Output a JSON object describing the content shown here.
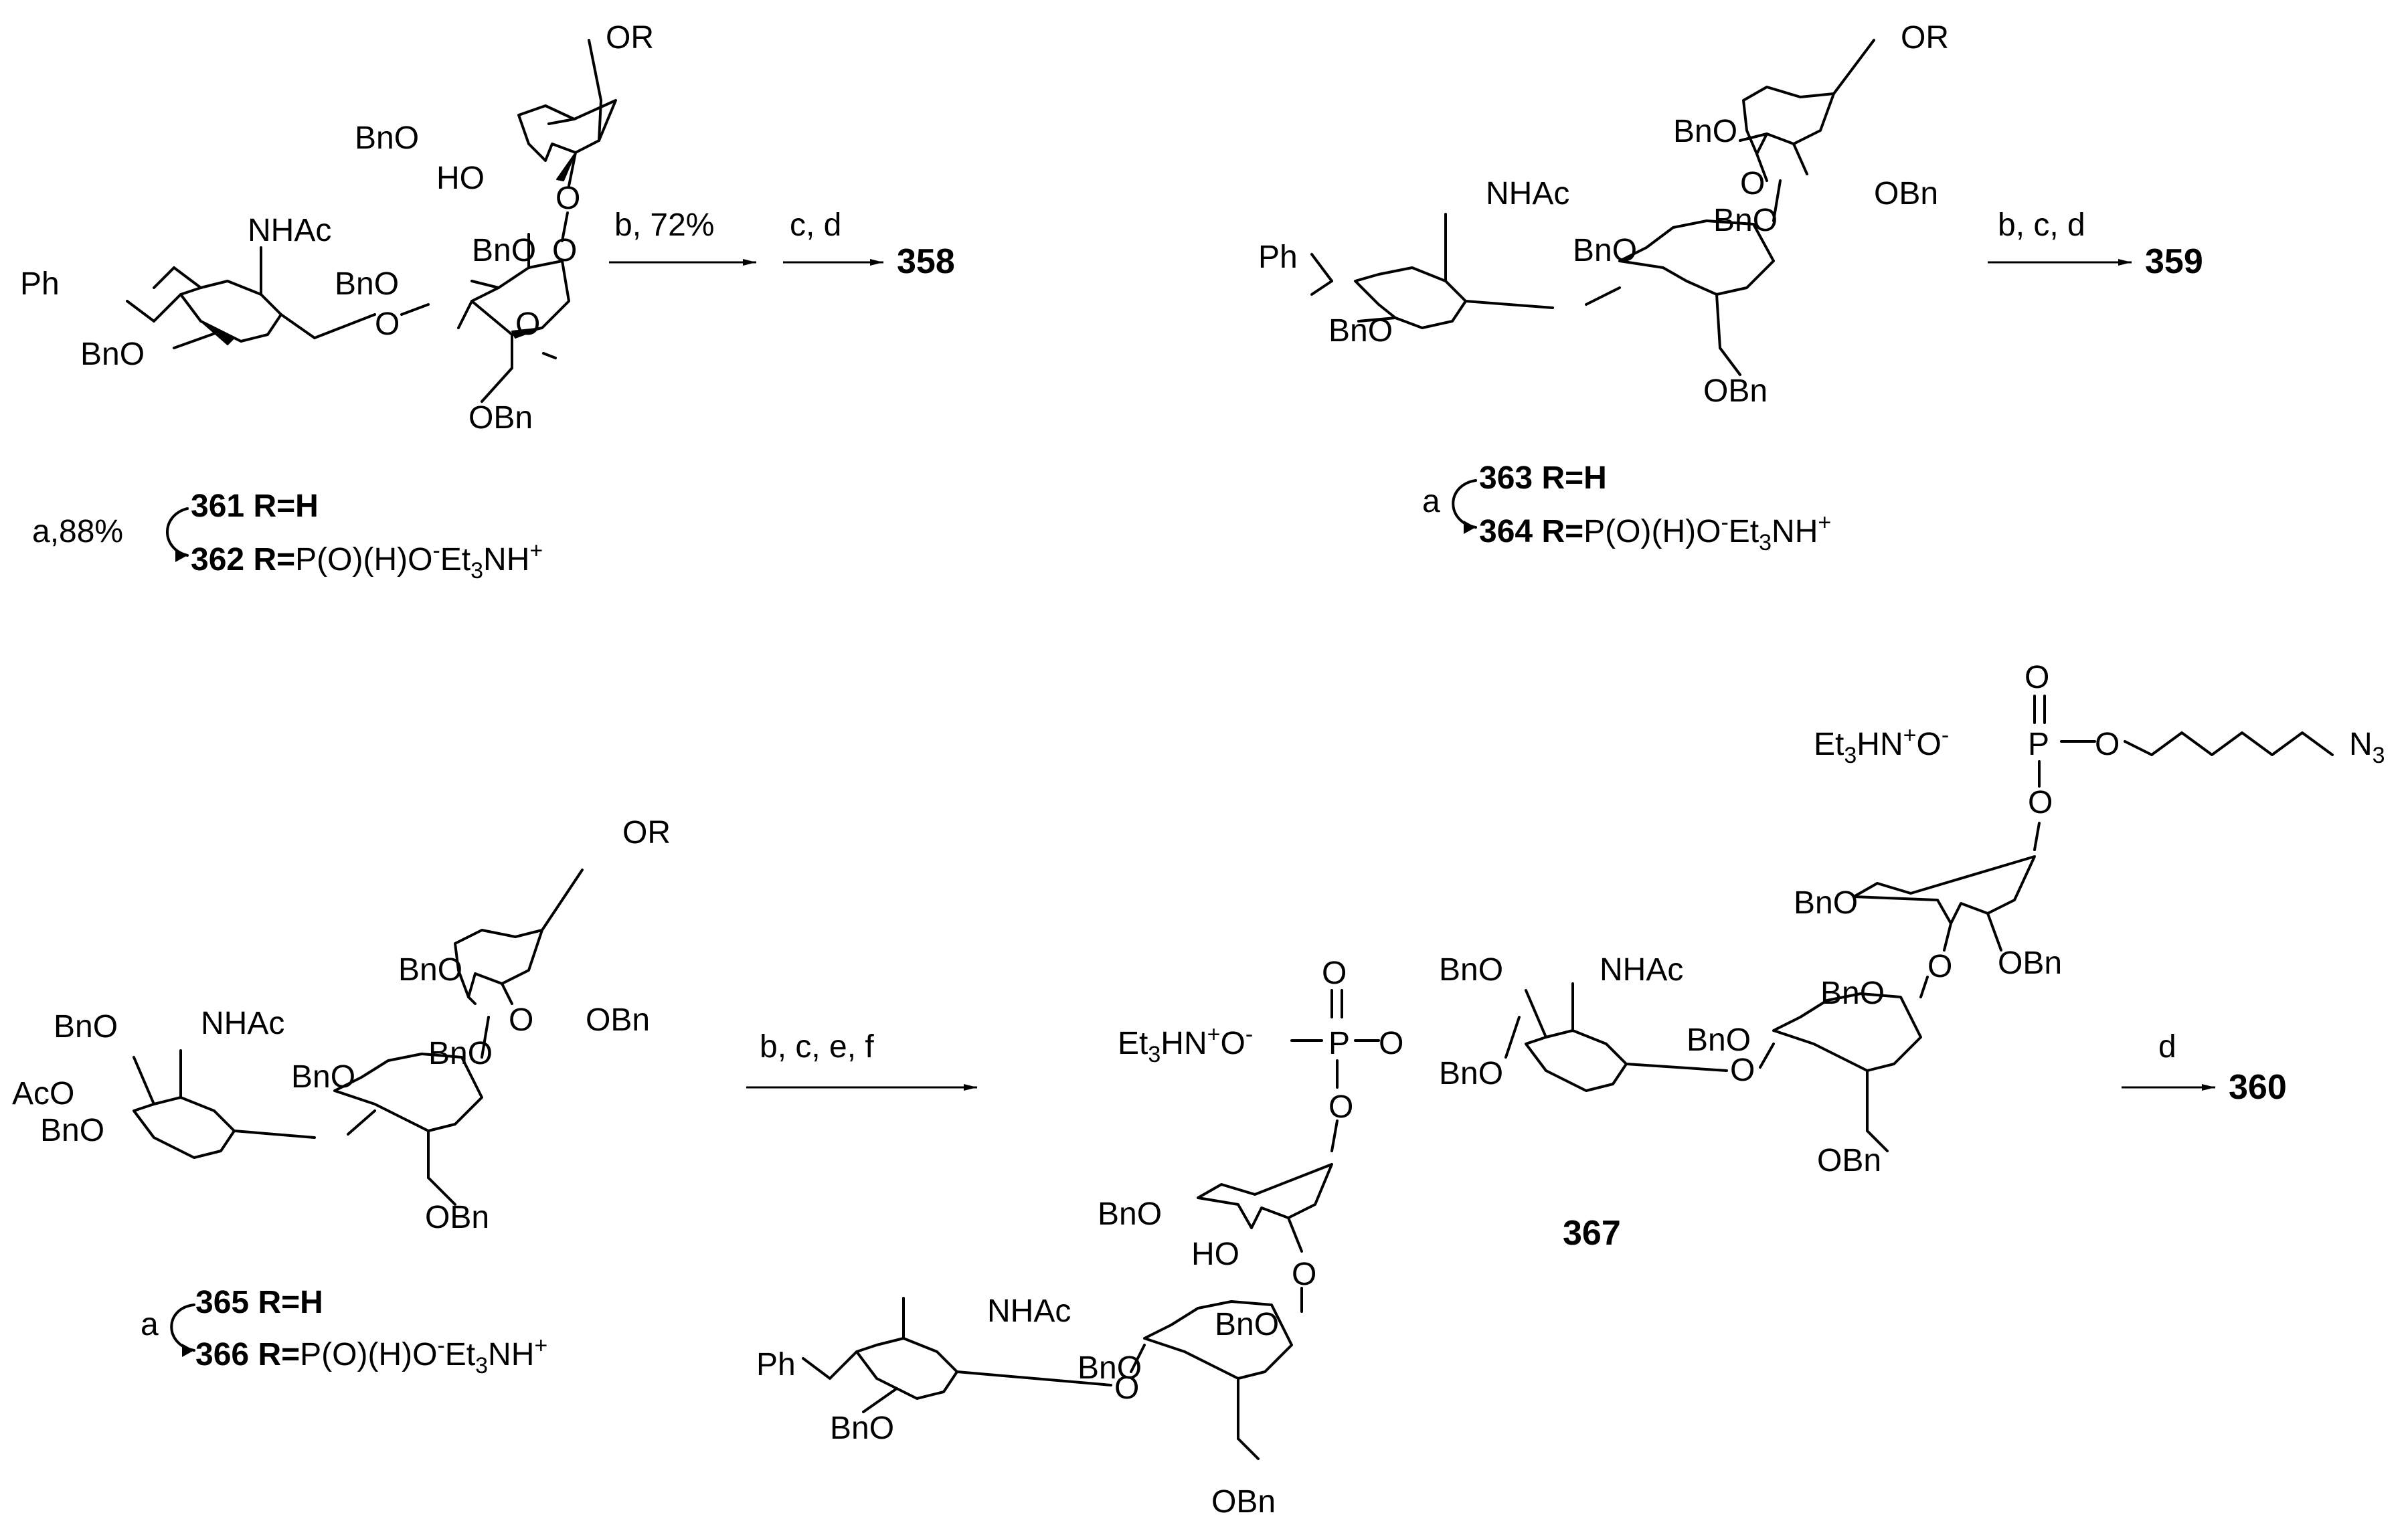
{
  "compounds": {
    "c358": "358",
    "c359": "359",
    "c360": "360",
    "c361": "361",
    "c362": "362",
    "c363": "363",
    "c364": "364",
    "c365": "365",
    "c366": "366",
    "c367": "367"
  },
  "r_labels": {
    "h": "R=H",
    "phosphonate_bold": "R=",
    "phosphonate_text": "P(O)(H)O",
    "phosphonate_minus": "-",
    "phosphonate_et": "Et",
    "phosphonate_sub3": "3",
    "phosphonate_nh": "NH",
    "phosphonate_plus": "+"
  },
  "conditions": {
    "top_left_step1": "b, 72%",
    "top_left_step2": "c, d",
    "top_left_loop": "a,88%",
    "top_right_step": "b, c, d",
    "top_right_loop": "a",
    "bottom_step1": "b, c, e, f",
    "bottom_step2": "d",
    "bottom_loop": "a"
  },
  "groups": {
    "or": "OR",
    "bno": "BnO",
    "obn": "OBn",
    "ho": "HO",
    "nhac": "NHAc",
    "ph": "Ph",
    "aco": "AcO",
    "o": "O",
    "p": "P",
    "n3": "N",
    "n3_sub": "3",
    "et3hn_et": "Et",
    "et3hn_sub": "3",
    "et3hn_hn": "HN",
    "et3hn_plus": "+",
    "o_minus": "O",
    "minus": "-"
  }
}
